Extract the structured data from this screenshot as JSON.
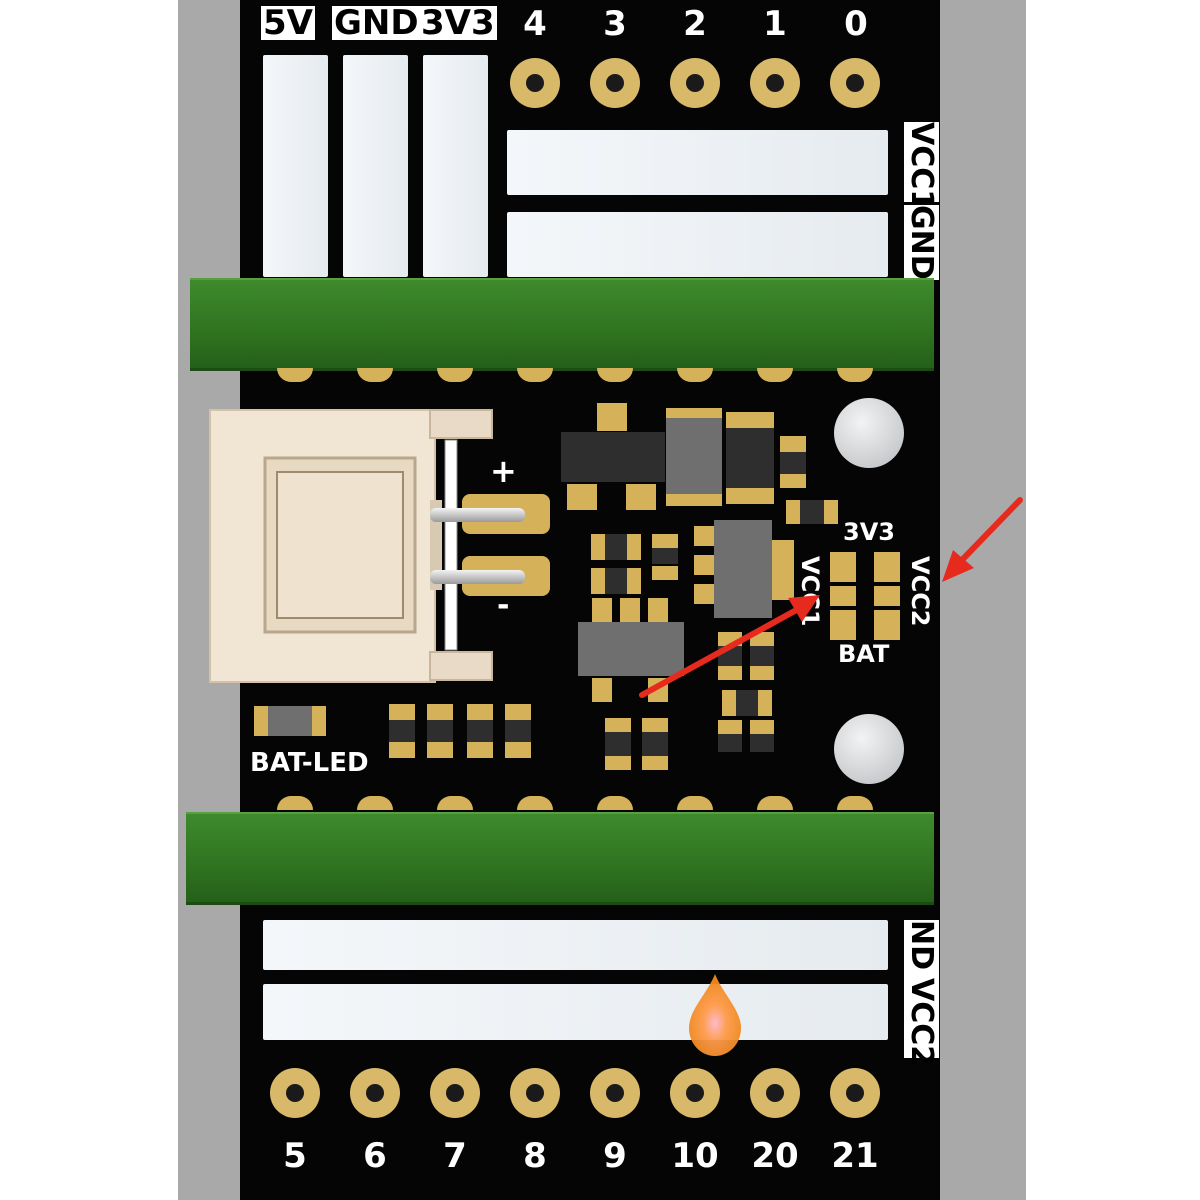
{
  "top_header": {
    "power_labels": [
      "5V",
      "GND",
      "3V3"
    ],
    "pin_labels": [
      "4",
      "3",
      "2",
      "1",
      "0"
    ]
  },
  "right_top_labels": [
    "VCC1",
    "GND"
  ],
  "connector": {
    "plus": "+",
    "minus": "-"
  },
  "silk": {
    "vcc1": "VCC1",
    "vcc2": "VCC2",
    "v3v3": "3V3",
    "bat": "BAT",
    "bat_led": "BAT-LED"
  },
  "right_bottom_labels": [
    "ND",
    "VCC2"
  ],
  "bottom_pin_labels": [
    "5",
    "6",
    "7",
    "8",
    "9",
    "10",
    "20",
    "21"
  ],
  "colors": {
    "pcb": "#050505",
    "header_green": "#2f7320",
    "gold_pad": "#d5b25a",
    "arrow_red": "#e62b1e",
    "rail_grey": "#a9a9a9"
  }
}
